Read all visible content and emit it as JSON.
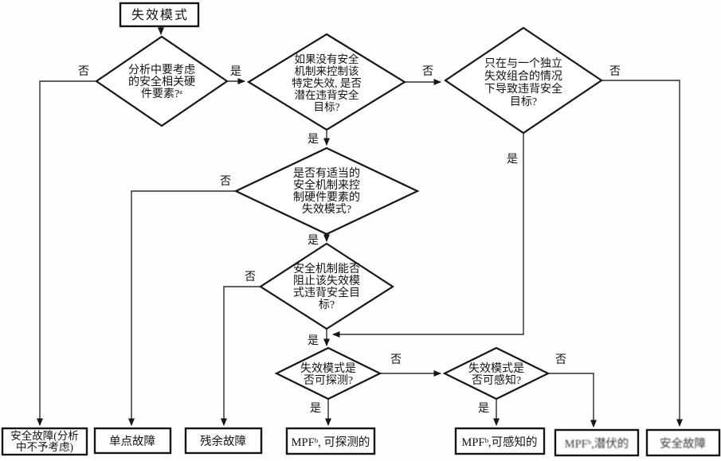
{
  "start": {
    "label": "失效模式"
  },
  "decisions": [
    {
      "name": "safety-related-hw-element",
      "lines": [
        "分析中要考虑",
        "的安全相关硬",
        "件要素?ᵃ"
      ]
    },
    {
      "name": "violate-goal-without-mechanism",
      "lines": [
        "如果没有安全",
        "机制来控制该",
        "特定失效, 是否",
        "潜在违背安全",
        "目标?"
      ]
    },
    {
      "name": "violate-goal-only-combined",
      "lines": [
        "只在与一个独立",
        "失效组合的情况",
        "下导致违背安全",
        "目标?"
      ]
    },
    {
      "name": "adequate-safety-mechanism",
      "lines": [
        "是否有适当的",
        "安全机制来控",
        "制硬件要素的",
        "失效模式?"
      ]
    },
    {
      "name": "mechanism-prevents-violation",
      "lines": [
        "安全机制能否",
        "阻止该失效模",
        "式违背安全目",
        "标?"
      ]
    },
    {
      "name": "failure-mode-detectable",
      "lines": [
        "失效模式是",
        "否可探测?"
      ]
    },
    {
      "name": "failure-mode-perceivable",
      "lines": [
        "失效模式是",
        "否可感知?"
      ]
    }
  ],
  "outcomes": [
    {
      "name": "safe-fault-not-considered",
      "lines": [
        "安全故障(分析",
        "中不予考虑)"
      ]
    },
    {
      "name": "single-point-fault",
      "label": "单点故障"
    },
    {
      "name": "residual-fault",
      "label": "残余故障"
    },
    {
      "name": "mpf-detected",
      "label": "MPFᵇ, 可探测的"
    },
    {
      "name": "mpf-perceived",
      "label": "MPFᵇ,可感知的"
    },
    {
      "name": "mpf-latent",
      "label": "MPFᵇ,潜伏的"
    },
    {
      "name": "safe-fault",
      "label": "安全故障"
    }
  ],
  "edge_labels": {
    "yes": "是",
    "no": "否"
  }
}
